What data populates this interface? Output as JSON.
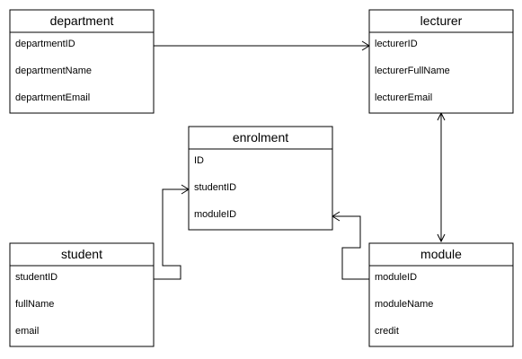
{
  "colors": {
    "stroke": "#000000",
    "background": "#ffffff"
  },
  "entities": {
    "department": {
      "title": "department",
      "attributes": [
        "departmentID",
        "departmentName",
        "departmentEmail"
      ]
    },
    "lecturer": {
      "title": "lecturer",
      "attributes": [
        "lecturerID",
        "lecturerFullName",
        "lecturerEmail"
      ]
    },
    "enrolment": {
      "title": "enrolment",
      "attributes": [
        "ID",
        "studentID",
        "moduleID"
      ]
    },
    "student": {
      "title": "student",
      "attributes": [
        "studentID",
        "fullName",
        "email"
      ]
    },
    "module": {
      "title": "module",
      "attributes": [
        "moduleID",
        "moduleName",
        "credit"
      ]
    }
  },
  "relationships": [
    {
      "from": "department",
      "to": "lecturer",
      "from_end": "one",
      "to_end": "many"
    },
    {
      "from": "lecturer",
      "to": "module",
      "from_end": "many",
      "to_end": "many"
    },
    {
      "from": "student",
      "to": "enrolment",
      "from_end": "one",
      "to_end": "many"
    },
    {
      "from": "module",
      "to": "enrolment",
      "from_end": "one",
      "to_end": "many"
    }
  ]
}
